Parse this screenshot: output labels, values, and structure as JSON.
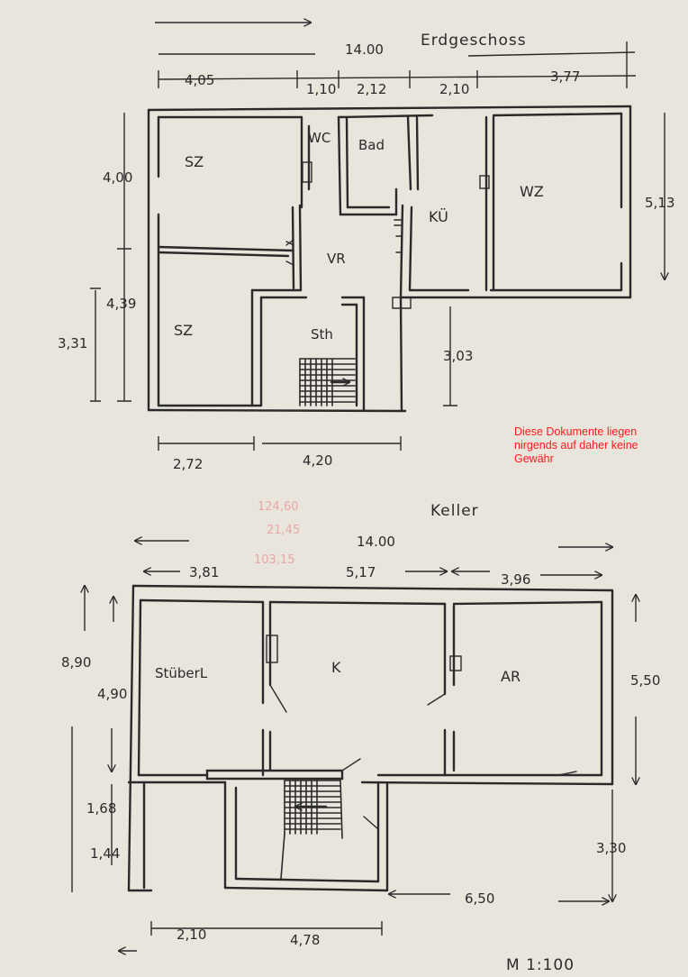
{
  "ground_floor": {
    "title": "Erdgeschoss",
    "total_width": "14.00",
    "dims_top": [
      "4,05",
      "1,10",
      "2,12",
      "2,10",
      "3,77"
    ],
    "dim_left_upper": "4,00",
    "dim_left_lower": "3,31",
    "dim_left_mid": "4,39",
    "dim_right": "5,13",
    "dim_stair_right": "3,03",
    "dims_bottom": [
      "2,72",
      "4,20"
    ],
    "rooms": {
      "sz_upper": "SZ",
      "sz_lower": "SZ",
      "wc": "WC",
      "bad": "Bad",
      "kue": "KÜ",
      "wz": "WZ",
      "vr": "VR",
      "sth": "Sth"
    }
  },
  "pencil_notes": [
    "124,60",
    "21,45",
    "103,15"
  ],
  "basement": {
    "title": "Keller",
    "total_width": "14.00",
    "dims_top": [
      "3,81",
      "5,17",
      "3,96"
    ],
    "dim_left_total": "8,90",
    "dim_left_upper": "4,90",
    "dims_left_lower": [
      "1,68",
      "1,44"
    ],
    "dim_right_upper": "5,50",
    "dim_right_lower": "3,30",
    "dim_bottom_right": "6,50",
    "dims_bottom": [
      "2,10",
      "4,78"
    ],
    "rooms": {
      "stueberl": "StüberL",
      "k": "K",
      "ar": "AR"
    }
  },
  "scale_label": "M 1:100",
  "disclaimer": {
    "line1": "Diese Dokumente liegen",
    "line2": "nirgends auf daher keine",
    "line3": "Gewähr"
  },
  "colors": {
    "paper": "#e9e5dd",
    "ink": "#2a2a2a",
    "disclaimer": "#ff1a1a",
    "pencil": "#e7a8a8"
  }
}
